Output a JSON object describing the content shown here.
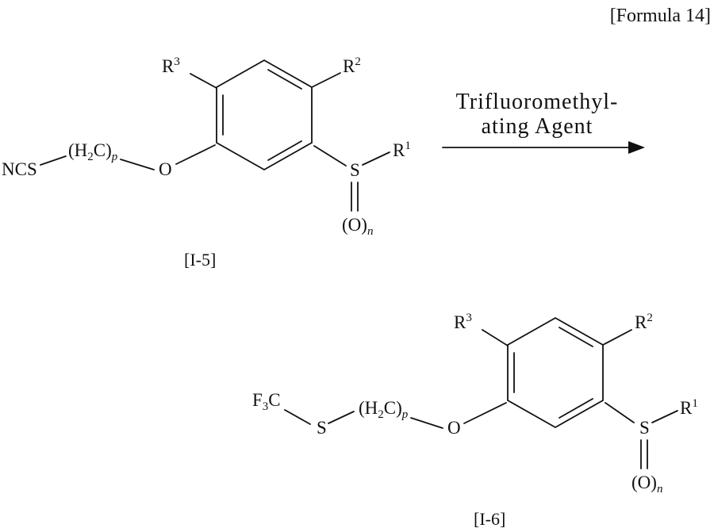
{
  "header": {
    "formula_label": "[Formula 14]"
  },
  "reaction": {
    "reagent_line1": "Trifluoromethyl-",
    "reagent_line2": "ating Agent"
  },
  "compound1": {
    "id_label": "[I-5]",
    "ncs": "NCS",
    "chain_open": "(H",
    "chain_sub2": "2",
    "chain_close": "C)",
    "chain_subp": "p",
    "ether_o": "O",
    "r3_base": "R",
    "r3_sup": "3",
    "r2_base": "R",
    "r2_sup": "2",
    "sulfur": "S",
    "r1_base": "R",
    "r1_sup": "1",
    "oxide_open": "(O)",
    "oxide_subn": "n"
  },
  "compound2": {
    "id_label": "[I-6]",
    "f3c_f": "F",
    "f3c_sub3": "3",
    "f3c_c": "C",
    "thio_s": "S",
    "chain_open": "(H",
    "chain_sub2": "2",
    "chain_close": "C)",
    "chain_subp": "p",
    "ether_o": "O",
    "r3_base": "R",
    "r3_sup": "3",
    "r2_base": "R",
    "r2_sup": "2",
    "sulfur": "S",
    "r1_base": "R",
    "r1_sup": "1",
    "oxide_open": "(O)",
    "oxide_subn": "n"
  }
}
